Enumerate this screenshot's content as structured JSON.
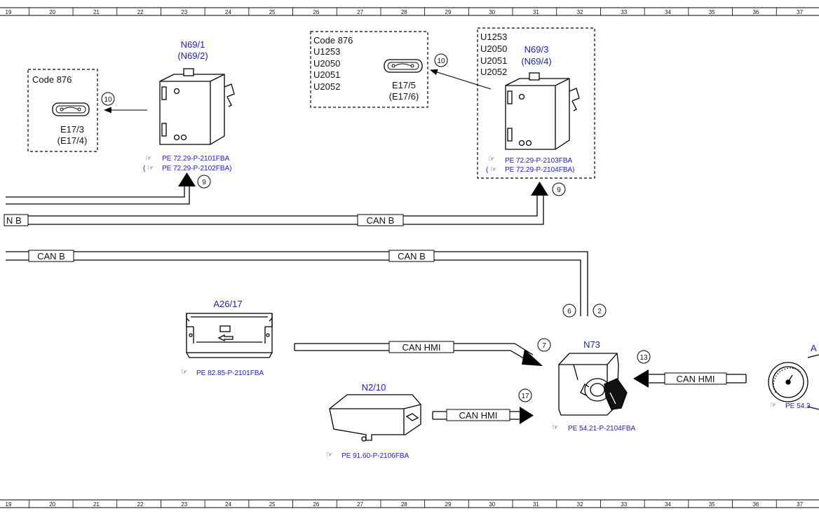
{
  "ruler": {
    "columns": [
      "19",
      "20",
      "21",
      "22",
      "23",
      "24",
      "25",
      "26",
      "27",
      "28",
      "29",
      "30",
      "31",
      "32",
      "33",
      "34",
      "35",
      "36",
      "37"
    ]
  },
  "components": {
    "n69_1": {
      "name": "N69/1",
      "alt": "(N69/2)",
      "ref1": "PE 72.29-P-2101FBA",
      "ref2": "(",
      "ref2b": "PE 72.29-P-2102FBA)"
    },
    "n69_3": {
      "name": "N69/3",
      "alt": "(N69/4)",
      "ref1": "PE 72.29-P-2103FBA",
      "ref2": "(",
      "ref2b": "PE 72.29-P-2104FBA)",
      "codes": [
        "U1253",
        "U2050",
        "U2051",
        "U2052"
      ]
    },
    "e17_3": {
      "name": "E17/3",
      "alt": "(E17/4)",
      "code": "Code 876"
    },
    "e17_5": {
      "name": "E17/5",
      "alt": "(E17/6)",
      "codes": [
        "Code 876",
        "U1253",
        "U2050",
        "U2051",
        "U2052"
      ]
    },
    "a26_17": {
      "name": "A26/17",
      "ref": "PE 82.85-P-2101FBA"
    },
    "n2_10": {
      "name": "N2/10",
      "ref": "PE 91.60-P-2106FBA"
    },
    "n73": {
      "name": "N73",
      "ref": "PE 54.21-P-2104FBA"
    },
    "a1": {
      "name": "A",
      "ref": "PE 54.3"
    }
  },
  "buses": {
    "can_b": "CAN B",
    "can_hmi": "CAN HMI"
  },
  "markers": {
    "m10a": "10",
    "m10b": "10",
    "m9a": "9",
    "m9b": "9",
    "m6": "6",
    "m2": "2",
    "m7": "7",
    "m13": "13",
    "m17": "17"
  }
}
